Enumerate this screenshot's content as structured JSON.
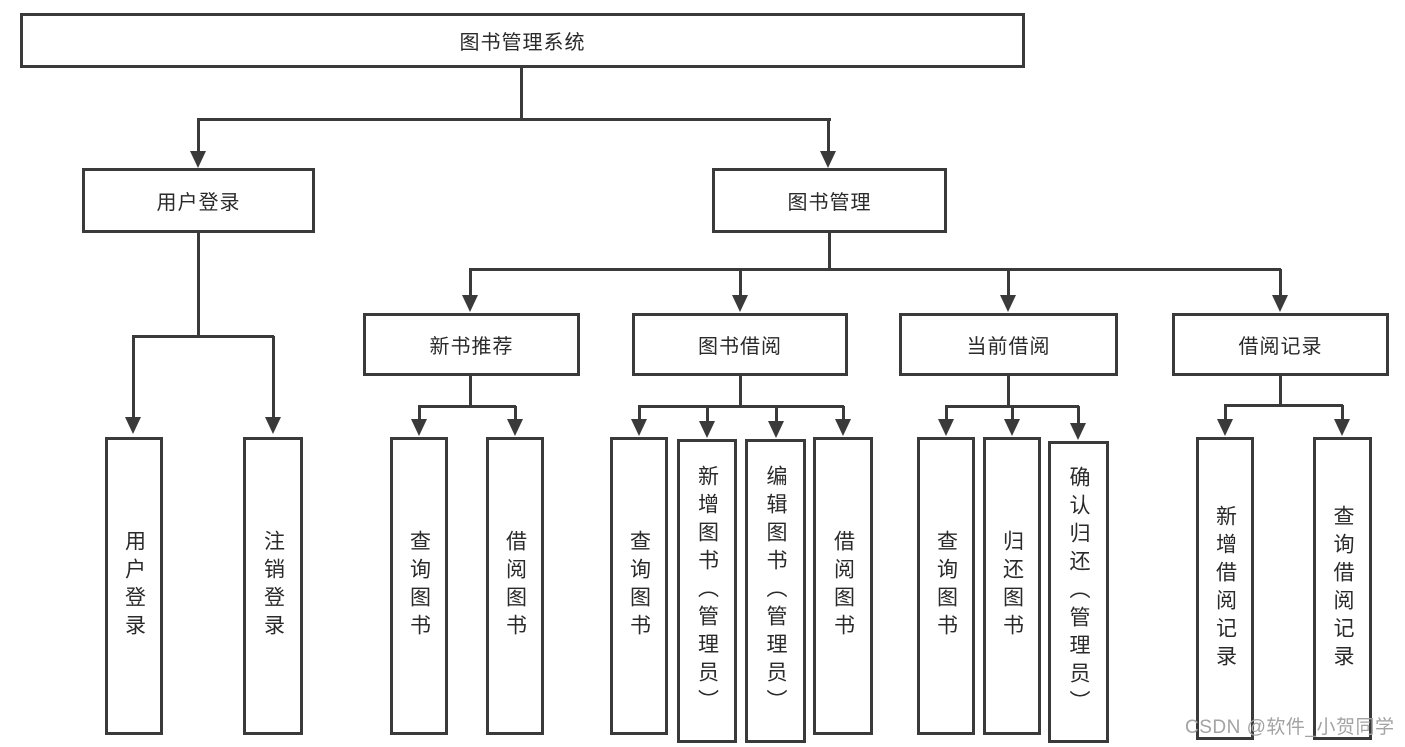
{
  "diagram_title": "图书管理系统",
  "nodes": {
    "systemTitle": "图书管理系统",
    "userLogin": "用户登录",
    "bookManagement": "图书管理",
    "newBookRecommend": "新书推荐",
    "bookBorrow": "图书借阅",
    "currentBorrow": "当前借阅",
    "borrowRecords": "借阅记录",
    "userLoginLeaf": "用户登录",
    "logoutLeaf": "注销登录",
    "queryBook1": "查询图书",
    "borrowBook1": "借阅图书",
    "queryBook2": "查询图书",
    "addBookAdmin": "新增图书（管理员）",
    "editBookAdmin": "编辑图书（管理员）",
    "borrowBook2": "借阅图书",
    "queryBook3": "查询图书",
    "returnBook": "归还图书",
    "confirmReturnAdmin": "确认归还（管理员）",
    "addBorrowRecord": "新增借阅记录",
    "queryBorrowRecord": "查询借阅记录"
  },
  "watermark": {
    "text": "CSDN @软件_小贺同学"
  },
  "colors": {
    "line": "#3a3a3a",
    "watermark": "#a3a3a3"
  }
}
